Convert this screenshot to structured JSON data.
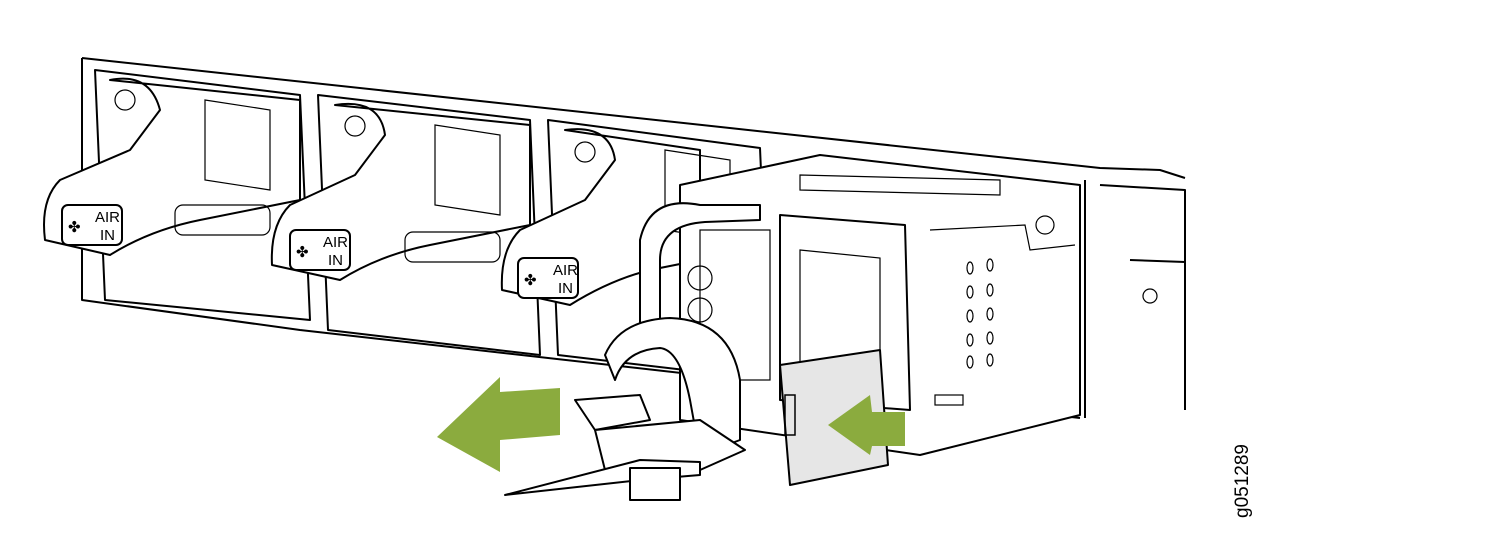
{
  "diagram": {
    "fan_modules": [
      {
        "label_line1": "AIR",
        "label_line2": "IN"
      },
      {
        "label_line1": "AIR",
        "label_line2": "IN"
      },
      {
        "label_line1": "AIR",
        "label_line2": "IN"
      }
    ],
    "figure_id": "g051289",
    "colors": {
      "arrow": "#8bab3e",
      "plug": "#e6e6e6",
      "line": "#000000"
    }
  }
}
